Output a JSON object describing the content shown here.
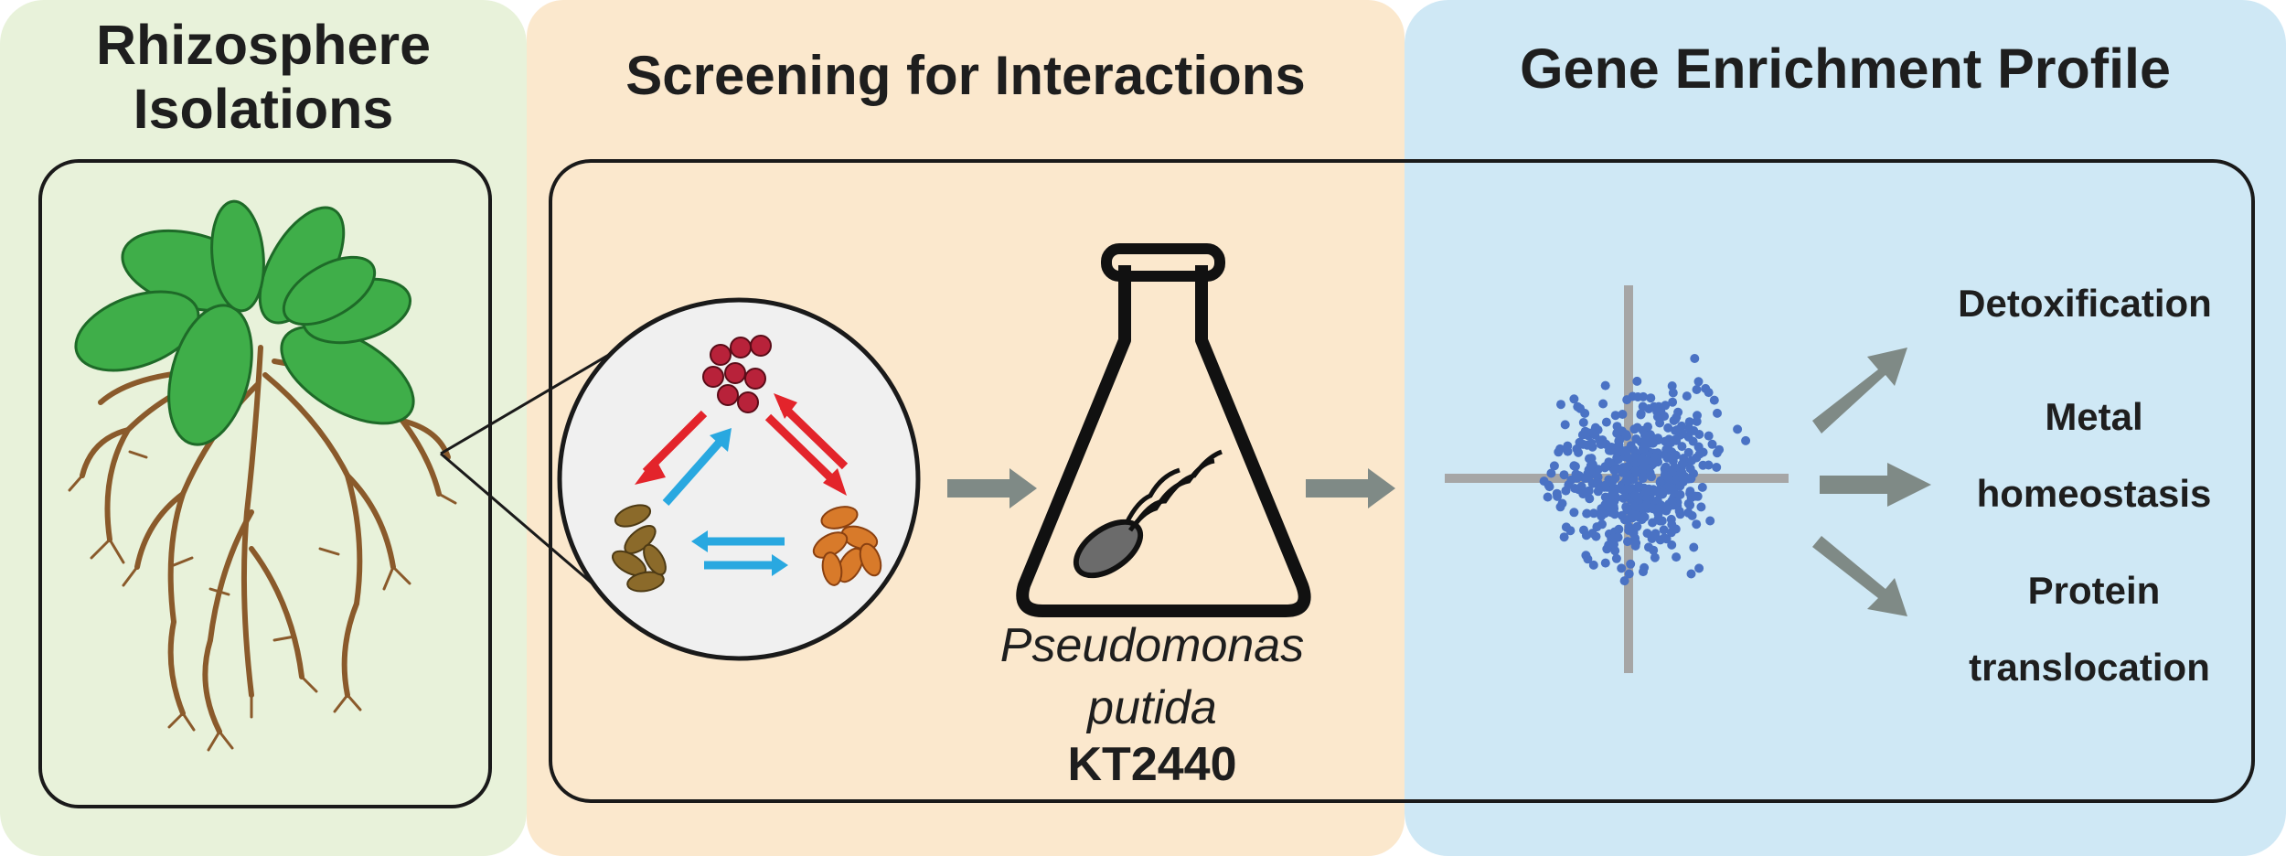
{
  "panels": {
    "left": {
      "title_line1": "Rhizosphere",
      "title_line2": "Isolations",
      "color": "#e8f2da"
    },
    "middle": {
      "title": "Screening for Interactions",
      "color": "#fbe8cd"
    },
    "right": {
      "title": "Gene Enrichment Profile",
      "color": "#cfe8f5"
    }
  },
  "organism": {
    "genus": "Pseudomonas",
    "species": "putida",
    "strain": "KT2440"
  },
  "outcomes": {
    "detoxification": "Detoxification",
    "metal_line1": "Metal",
    "metal_line2": "homeostasis",
    "protein_line1": "Protein",
    "protein_line2": "translocation"
  },
  "colors": {
    "leaf": "#3fae49",
    "root": "#8a5a2b",
    "arrow_red": "#e3242b",
    "arrow_blue": "#29a8e0",
    "dot": "#4a72c4",
    "flow_arrow": "#7f8a86",
    "crosshair": "#a6a6a6"
  },
  "icons": [
    "plant-icon",
    "microbe-interaction-icon",
    "flask-icon",
    "bacterium-icon",
    "scatter-plot-icon"
  ]
}
